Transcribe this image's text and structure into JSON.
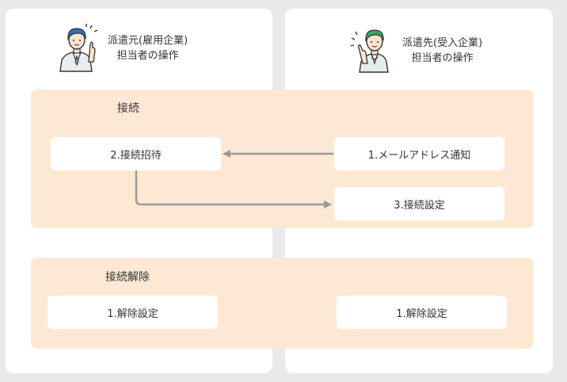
{
  "roles": {
    "dispatcher": {
      "line1": "派遣元(雇用企業)",
      "line2": "担当者の操作",
      "icon": "person-raising-hand-icon"
    },
    "client": {
      "line1": "派遣先(受入企業)",
      "line2": "担当者の操作",
      "icon": "person-raising-hand-icon"
    }
  },
  "sections": {
    "connect": {
      "title": "接続",
      "steps": {
        "mail_notice": "1.メールアドレス通知",
        "invite": "2.接続招待",
        "setting": "3.接続設定"
      }
    },
    "disconnect": {
      "title": "接続解除",
      "steps": {
        "dispatcher_release": "1.解除設定",
        "client_release": "1.解除設定"
      }
    }
  },
  "colors": {
    "background": "#e9e9eb",
    "panel": "#ffffff",
    "band": "#fde9d3",
    "arrow": "#9a9a9a",
    "dispatcher_hair": "#2f6fb8",
    "client_hair": "#3aa46a"
  }
}
